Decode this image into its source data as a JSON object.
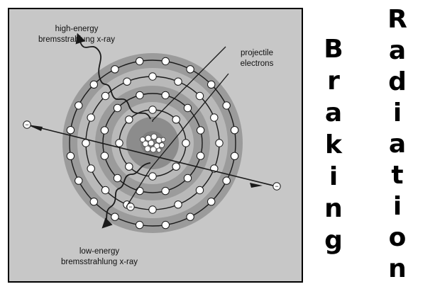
{
  "labels": {
    "high_energy_line1": "high-energy",
    "high_energy_line2": "bremsstrahlung x-ray",
    "projectile_line1": "projectile",
    "projectile_line2": "electrons",
    "low_energy_line1": "low-energy",
    "low_energy_line2": "bremsstrahlung x-ray"
  },
  "electron_symbol": "−",
  "side_title": {
    "word1": "Braking",
    "word2": "Radiation"
  },
  "colors": {
    "figure_background": "#c7c7c7",
    "shell_dark": "#9b9b9b",
    "shell_light": "#b9b9b9",
    "ink": "#1a1a1a"
  }
}
